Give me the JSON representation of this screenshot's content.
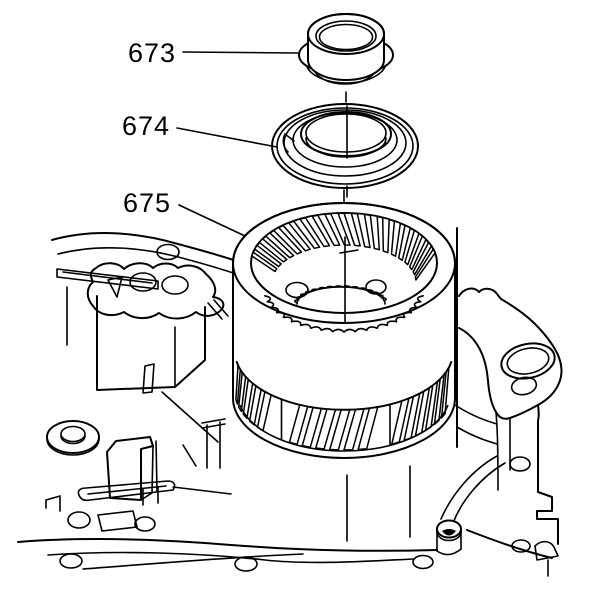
{
  "diagram": {
    "background_color": "#ffffff",
    "line_color": "#000000",
    "callouts": [
      {
        "label": "673"
      },
      {
        "label": "674"
      },
      {
        "label": "675"
      }
    ]
  }
}
